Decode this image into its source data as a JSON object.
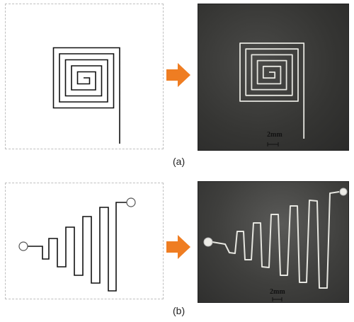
{
  "panels": [
    {
      "label": "(a)",
      "scale_bar": "2mm"
    },
    {
      "label": "(b)",
      "scale_bar": "2mm"
    }
  ],
  "colors": {
    "arrow": "#ef7d22",
    "design_line": "#111111",
    "printed_trace": "#e6e6e0",
    "border": "#bfbfbf"
  },
  "icons": [
    "arrow-right-icon",
    "arrow-right-icon"
  ]
}
